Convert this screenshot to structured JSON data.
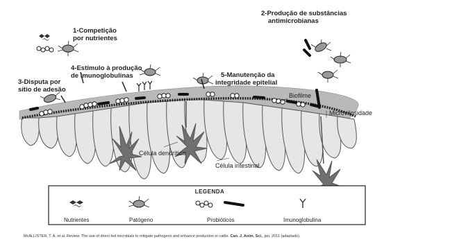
{
  "labels": {
    "competicao": [
      "1-Competição",
      "por nutrientes"
    ],
    "producao": [
      "2-Produção de substâncias",
      "antimicrobianas"
    ],
    "disputa": [
      "3-Disputa por",
      "sítio de adesão"
    ],
    "estimulo": [
      "4-Estímulo à produção",
      "de imunoglobulinas"
    ],
    "manutencao": [
      "5-Manutenção da",
      "integridade epitelial"
    ],
    "biofilme": "Biofilme",
    "microvilosidade": "Microvilosidade",
    "celula_dendritica": "Célula dendrítica",
    "celula_intestinal": "Célula intestinal"
  },
  "legend": {
    "title": "LEGENDA",
    "items": [
      "Nutrientes",
      "Patógeno",
      "Probióticos",
      "Imunoglobulina"
    ]
  },
  "citation": {
    "authors": "McALLISTER, T. A. et al. Review: The use of direct fed microbials to mitigate pathogens and enhance production in cattle. ",
    "journal": "Can. J. Anim. Sci.",
    "date": ", jan. 2011 (adaptado)."
  },
  "colors": {
    "biofilm": "#b8b8b8",
    "cell_fill": "#e4e4e4",
    "dendritic": "#6f6f6f",
    "ink": "#1e1e1e"
  }
}
